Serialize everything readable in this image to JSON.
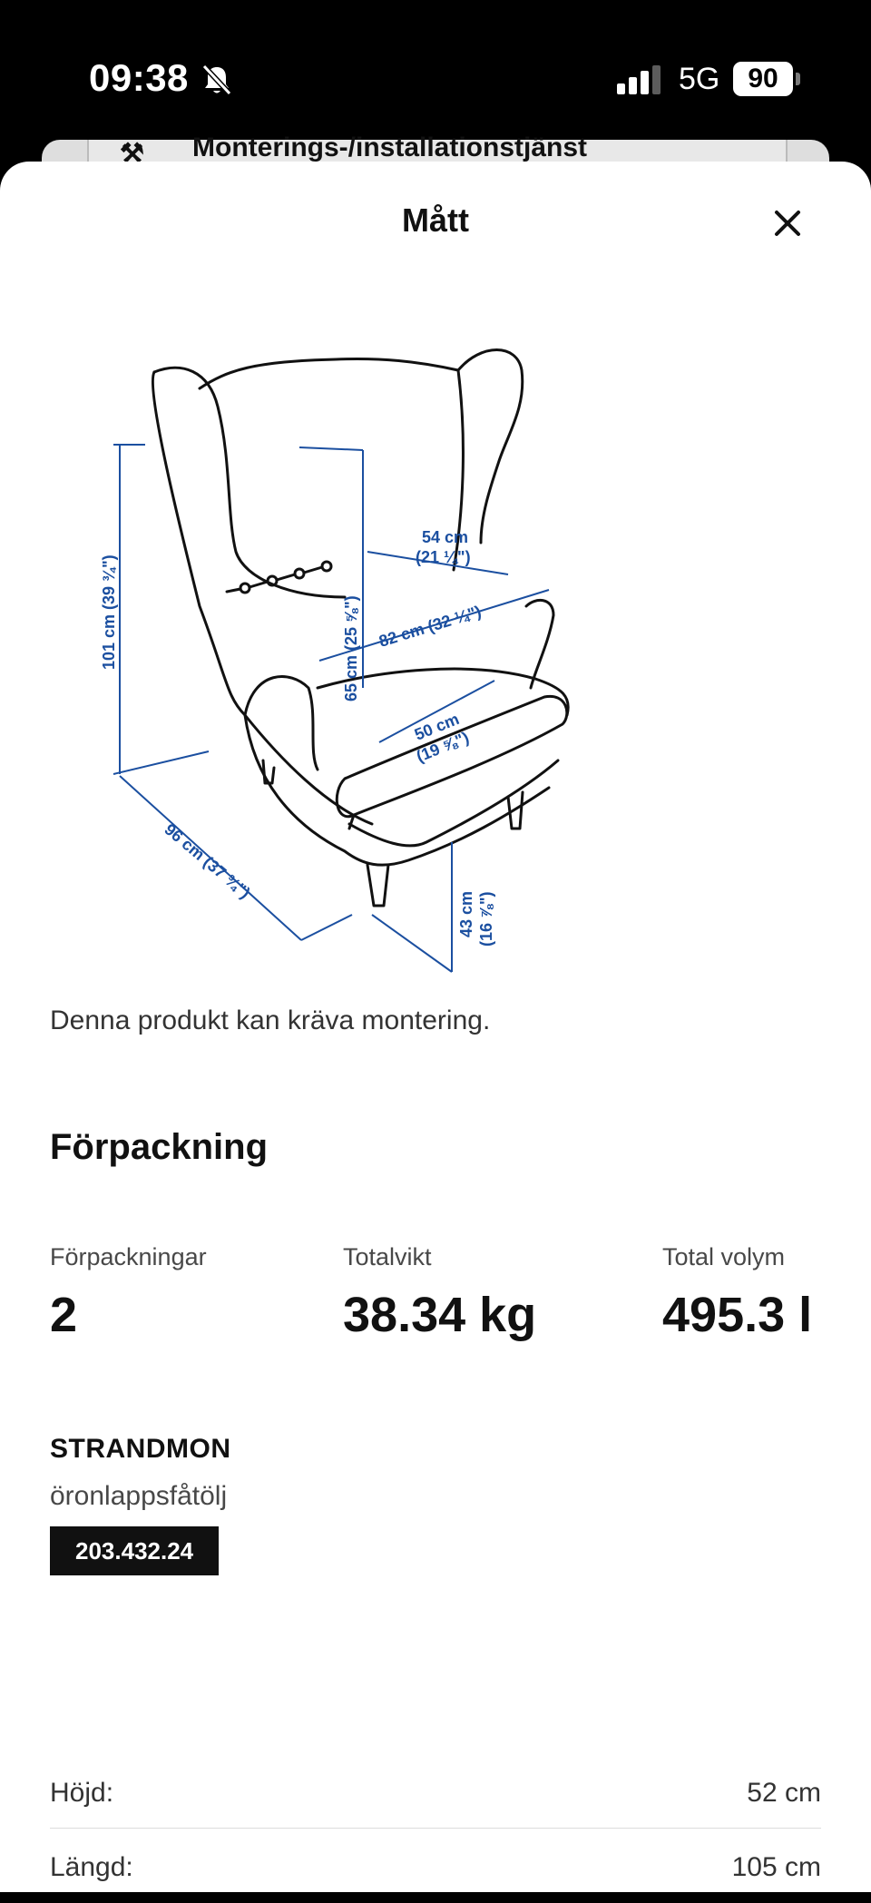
{
  "status_bar": {
    "time": "09:38",
    "network": "5G",
    "battery": "90"
  },
  "background_page": {
    "item_label": "Monterings-/installationstjänst"
  },
  "sheet": {
    "title": "Mått",
    "close_label": "Close"
  },
  "diagram": {
    "dimensions": {
      "height_cm": "101 cm (39 ¾\")",
      "back_height": "65 cm (25 ⅝\")",
      "seat_width_line1": "54 cm",
      "seat_width_line2": "(21 ¼\")",
      "width": "82 cm (32 ¼\")",
      "seat_depth_line1": "50 cm",
      "seat_depth_line2": "(19 ⅝\")",
      "depth": "96 cm (37 ¾\")",
      "seat_height_line1": "43 cm",
      "seat_height_line2": "(16 ⅞\")"
    }
  },
  "assembly_note": "Denna produkt kan kräva montering.",
  "packaging": {
    "title": "Förpackning",
    "packages_label": "Förpackningar",
    "packages_value": "2",
    "weight_label": "Totalvikt",
    "weight_value": "38.34 kg",
    "volume_label": "Total volym",
    "volume_value": "495.3 l"
  },
  "product": {
    "name": "STRANDMON",
    "type": "öronlappsfåtölj",
    "article_number": "203.432.24",
    "specs": [
      {
        "label": "Höjd:",
        "value": "52 cm"
      },
      {
        "label": "Längd:",
        "value": "105 cm"
      }
    ]
  }
}
